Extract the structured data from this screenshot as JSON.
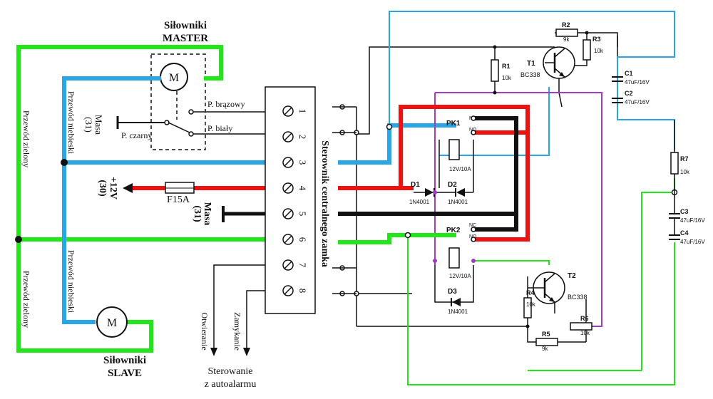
{
  "labels": {
    "silowniki_master_1": "Siłowniki",
    "silowniki_master_2": "MASTER",
    "silowniki_slave_1": "Siłowniki",
    "silowniki_slave_2": "SLAVE",
    "motor": "M",
    "p_brazowy": "P. brązowy",
    "p_bialy": "P. biały",
    "p_czarny": "P. czarny",
    "masa_top": "Masa",
    "masa_top_31": "(31)",
    "masa_mid": "Masa",
    "masa_mid_31": "(31)",
    "plus12v": "+12V",
    "plus12v_30": "(30)",
    "fuse": "F15A",
    "przewod_zielony_1": "Przewód zielony",
    "przewod_zielony_2": "Przewód zielony",
    "przewod_niebieski_1": "Przewód niebieski",
    "przewod_niebieski_2": "Przewód niebieski",
    "sterownik": "Sterownik centralnego zamka",
    "otwieranie": "Otwieranie",
    "zamykanie": "Zamykanie",
    "sterowanie_1": "Sterowanie",
    "sterowanie_2": "z autoalarmu",
    "terminals": [
      "1",
      "2",
      "3",
      "4",
      "5",
      "6",
      "7",
      "8"
    ]
  },
  "components": {
    "r1": "R1",
    "r1v": "10k",
    "r2": "R2",
    "r2v": "9k",
    "r3": "R3",
    "r3v": "10k",
    "r4": "R4",
    "r4v": "10k",
    "r5": "R5",
    "r5v": "9k",
    "r6": "R6",
    "r6v": "10k",
    "r7": "R7",
    "r7v": "10k",
    "t1": "T1",
    "t1v": "BC338",
    "t2": "T2",
    "t2v": "BC338",
    "c1": "C1",
    "c1v": "47uF/16V",
    "c2": "C2",
    "c2v": "47uF/16V",
    "c3": "C3",
    "c3v": "47uF/16V",
    "c4": "C4",
    "c4v": "47uF/16V",
    "d1": "D1",
    "d1v": "1N4001",
    "d2": "D2",
    "d2v": "1N4001",
    "d3": "D3",
    "d3v": "1N4001",
    "pk1": "PK1",
    "pk2": "PK2",
    "relay": "12V/10A",
    "nc": "NC",
    "no": "NO"
  },
  "colors": {
    "green": "#22e51a",
    "blue": "#28a6e6",
    "red": "#ee1111",
    "black": "#111111",
    "purple": "#a23bc0"
  }
}
